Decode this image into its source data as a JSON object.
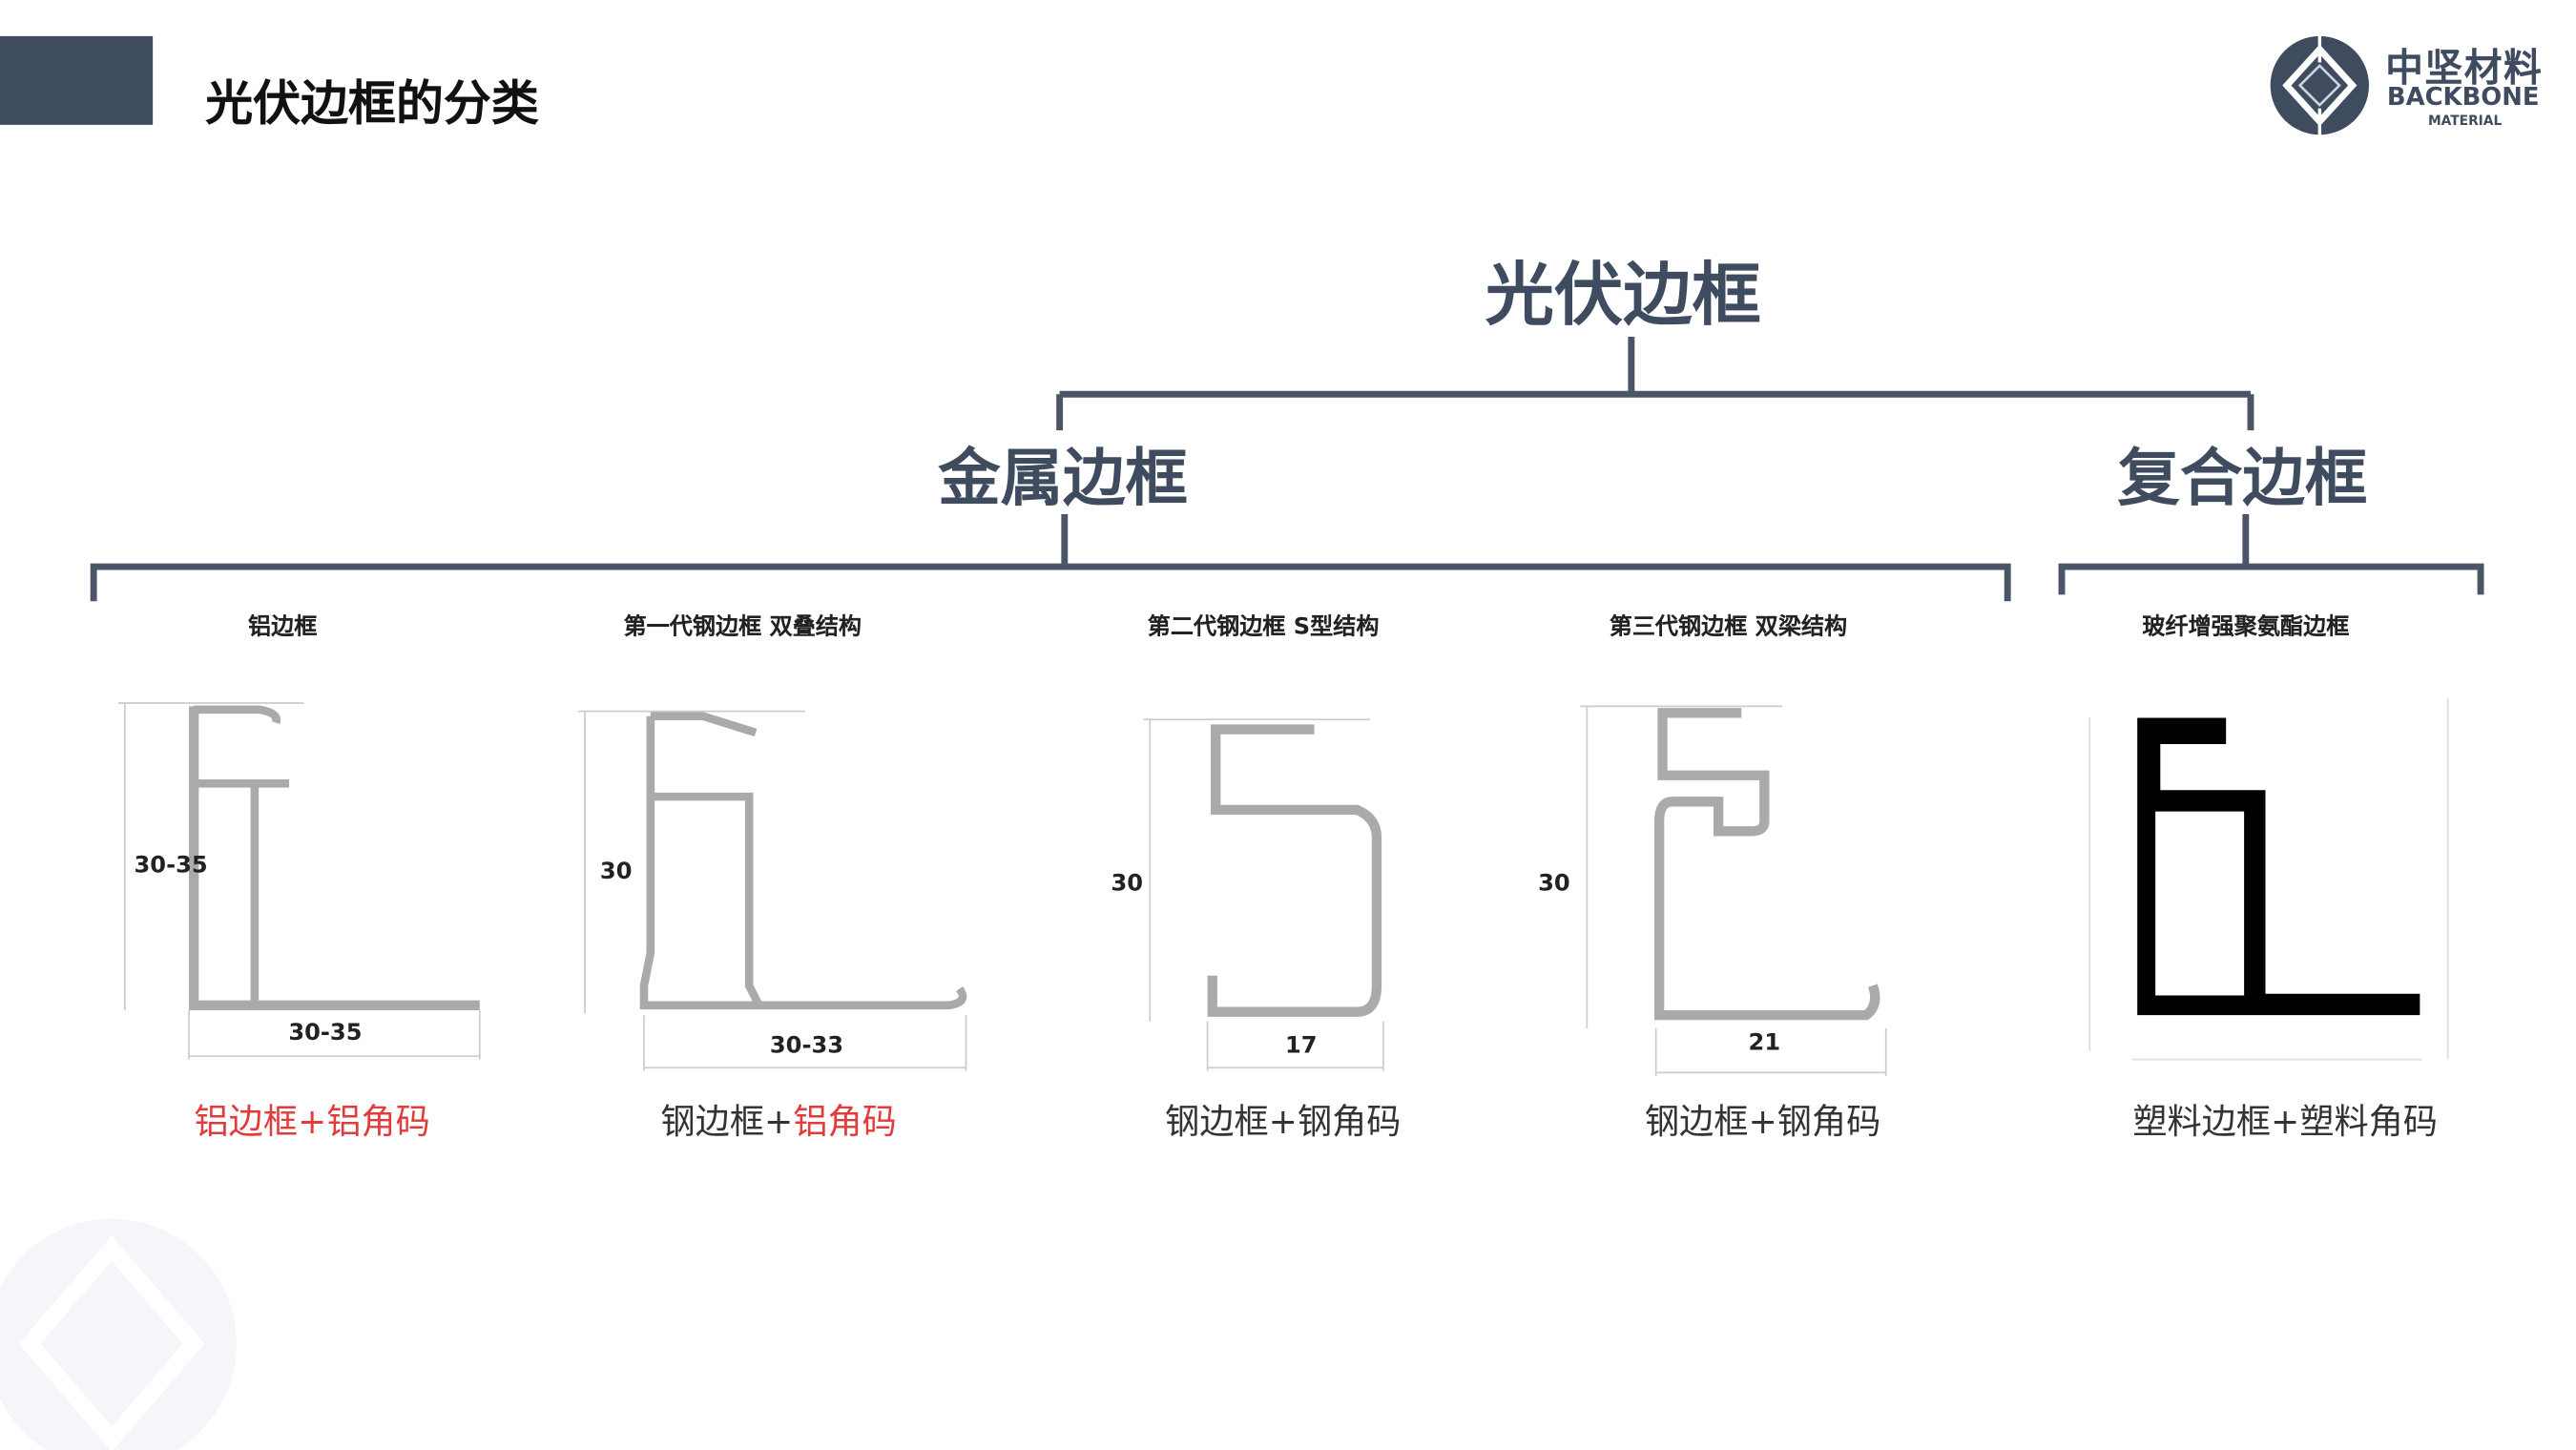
{
  "header": {
    "title": "光伏边框的分类"
  },
  "logo": {
    "cn": "中坚材料",
    "en": "BACKBONE",
    "sub": "MATERIAL"
  },
  "tree": {
    "root": "光伏边框",
    "branches": [
      {
        "label": "金属边框",
        "children": [
          {
            "name": "铝边框",
            "dims": [
              "30-35",
              "30-35"
            ],
            "caption": [
              {
                "t": "铝边框",
                "red": true
              },
              {
                "t": "+",
                "red": true
              },
              {
                "t": "铝角码",
                "red": true
              }
            ]
          },
          {
            "name": "第一代钢边框 双叠结构",
            "dims": [
              "30",
              "30-33"
            ],
            "caption": [
              {
                "t": "钢边框",
                "red": false
              },
              {
                "t": "+",
                "red": false
              },
              {
                "t": "铝角码",
                "red": true
              }
            ]
          },
          {
            "name": "第二代钢边框 S型结构",
            "dims": [
              "30",
              "17"
            ],
            "caption": [
              {
                "t": "钢边框",
                "red": false
              },
              {
                "t": "+",
                "red": false
              },
              {
                "t": "钢角码",
                "red": false
              }
            ]
          },
          {
            "name": "第三代钢边框 双梁结构",
            "dims": [
              "30",
              "21"
            ],
            "caption": [
              {
                "t": "钢边框",
                "red": false
              },
              {
                "t": "+",
                "red": false
              },
              {
                "t": "钢角码",
                "red": false
              }
            ]
          }
        ]
      },
      {
        "label": "复合边框",
        "children": [
          {
            "name": "玻纤增强聚氨酯边框",
            "dims": [],
            "caption": [
              {
                "t": "塑料边框",
                "red": false
              },
              {
                "t": "+",
                "red": false
              },
              {
                "t": "塑料角码",
                "red": false
              }
            ]
          }
        ]
      }
    ]
  },
  "colors": {
    "primary": "#3f4b5e",
    "red": "#e23b3b",
    "profile": "#a9a9a9"
  }
}
